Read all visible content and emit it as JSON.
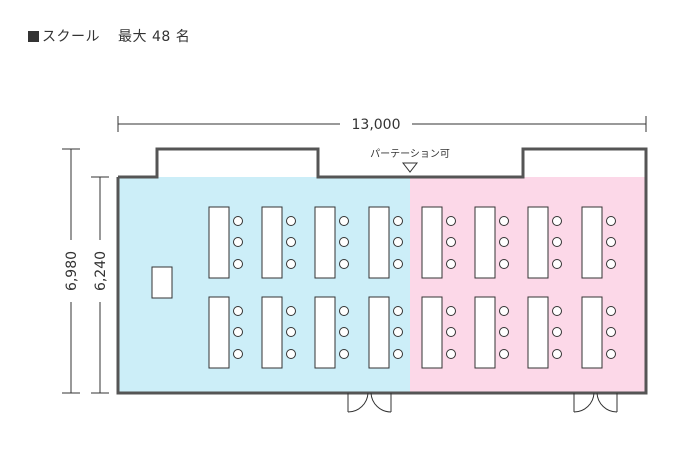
{
  "header": {
    "layout_name": "スクール",
    "capacity": "最大 48 名"
  },
  "dimensions": {
    "width": "13,000",
    "outer_height": "6,980",
    "inner_height": "6,240"
  },
  "partition_label": "パーテーション可",
  "colors": {
    "left_zone": "#cceef8",
    "right_zone": "#fcd8e8",
    "wall": "#555555"
  }
}
